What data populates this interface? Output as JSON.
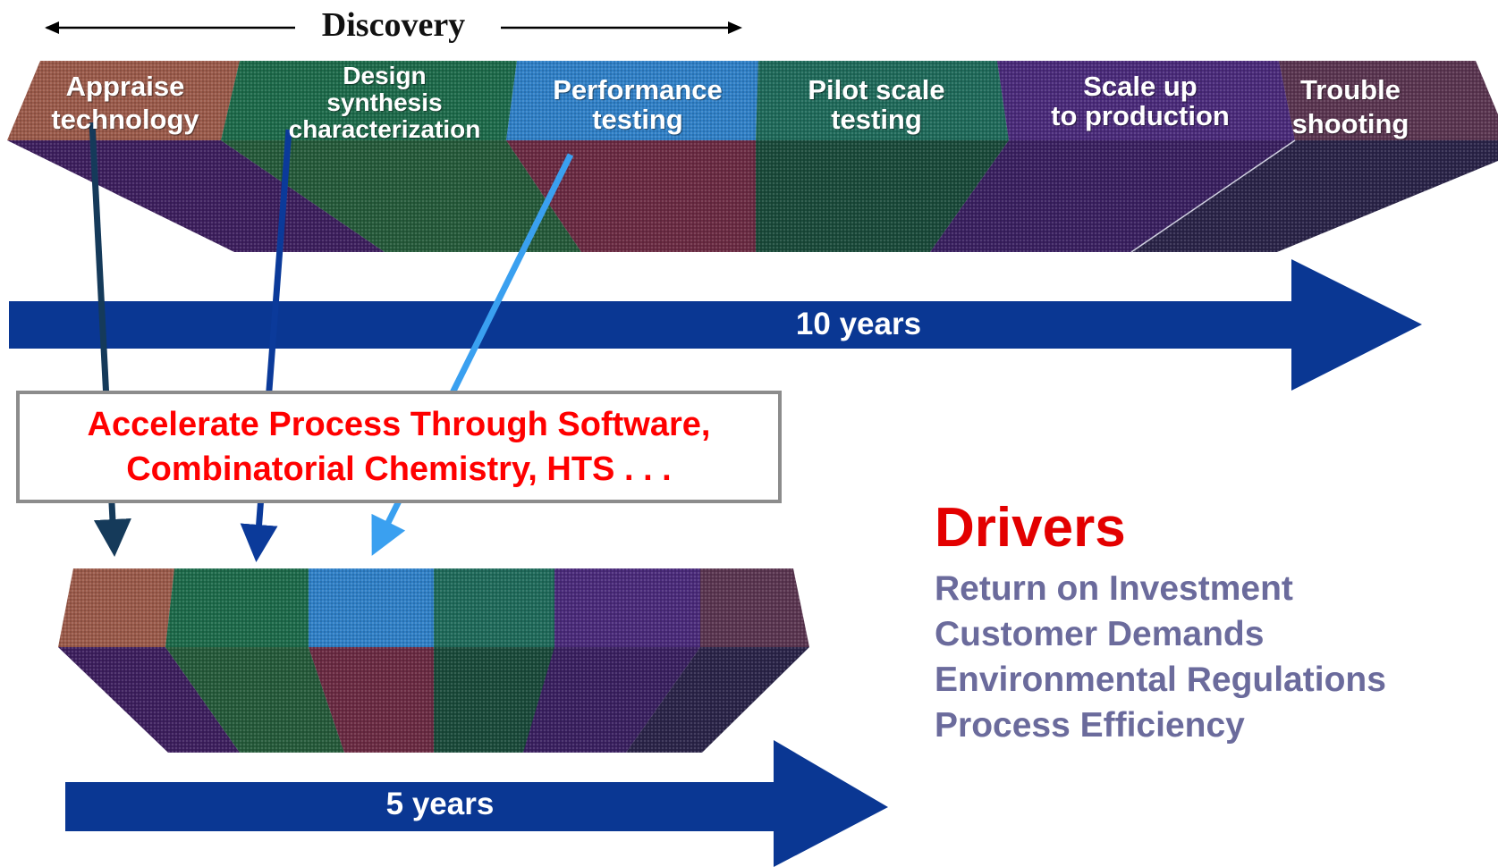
{
  "discovery": {
    "label": "Discovery"
  },
  "stages": [
    {
      "label": "Appraise\ntechnology",
      "top_color": "#9a5a4a",
      "side_color": "#3d1f5e"
    },
    {
      "label": "Design\nsynthesis\ncharacterization",
      "top_color": "#1d6a4a",
      "side_color": "#255a3a"
    },
    {
      "label": "Performance\ntesting",
      "top_color": "#2f7fc6",
      "side_color": "#6a2a42"
    },
    {
      "label": "Pilot scale\ntesting",
      "top_color": "#1f6a5a",
      "side_color": "#1a4a3a"
    },
    {
      "label": "Scale up\nto production",
      "top_color": "#4a2a7a",
      "side_color": "#3a2060"
    },
    {
      "label": "Trouble\nshooting",
      "top_color": "#5a3550",
      "side_color": "#2a2448"
    }
  ],
  "long_timeline": {
    "label": "10 years",
    "color": "#0a3793"
  },
  "short_timeline": {
    "label": "5 years",
    "color": "#0a3793"
  },
  "callout": {
    "line1": "Accelerate Process Through Software,",
    "line2": "Combinatorial Chemistry, HTS . . ."
  },
  "drivers": {
    "title": "Drivers",
    "items": [
      "Return on Investment",
      "Customer Demands",
      "Environmental Regulations",
      "Process Efficiency"
    ]
  },
  "arrow_colors": [
    "#153a5a",
    "#0b3a9a",
    "#3aa0f0"
  ]
}
